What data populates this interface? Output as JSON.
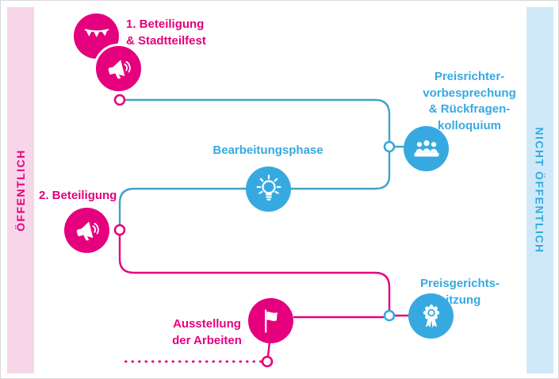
{
  "bands": {
    "left": {
      "label": "ÖFFENTLICH",
      "color": "#e5007d",
      "background": "#f8d6e9"
    },
    "right": {
      "label": "NICHT ÖFFENTLICH",
      "color": "#36a9e1",
      "background": "#cfe9f8"
    }
  },
  "colors": {
    "pink": "#e5007d",
    "blue": "#36a9e1",
    "line_teal": "#42a3c6",
    "icon_glyph": "#ffffff"
  },
  "steps": {
    "beteiligung1": {
      "label": "1. Beteiligung\n& Stadtteilfest",
      "color": "pink",
      "icons": [
        "bunting-icon",
        "megaphone-icon"
      ]
    },
    "preisrichter": {
      "label": "Preisrichter-\nvorbesprechung\n& Rückfragen-\nkolloquium",
      "color": "blue",
      "icons": [
        "jury-icon"
      ]
    },
    "bearbeitung": {
      "label": "Bearbeitungsphase",
      "color": "blue",
      "icons": [
        "lightbulb-icon"
      ]
    },
    "beteiligung2": {
      "label": "2. Beteiligung",
      "color": "pink",
      "icons": [
        "megaphone-icon"
      ]
    },
    "preisgericht": {
      "label": "Preisgerichts-\nsitzung",
      "color": "blue",
      "icons": [
        "medal-icon"
      ]
    },
    "ausstellung": {
      "label": "Ausstellung\nder Arbeiten",
      "color": "pink",
      "icons": [
        "flag-icon"
      ]
    }
  }
}
